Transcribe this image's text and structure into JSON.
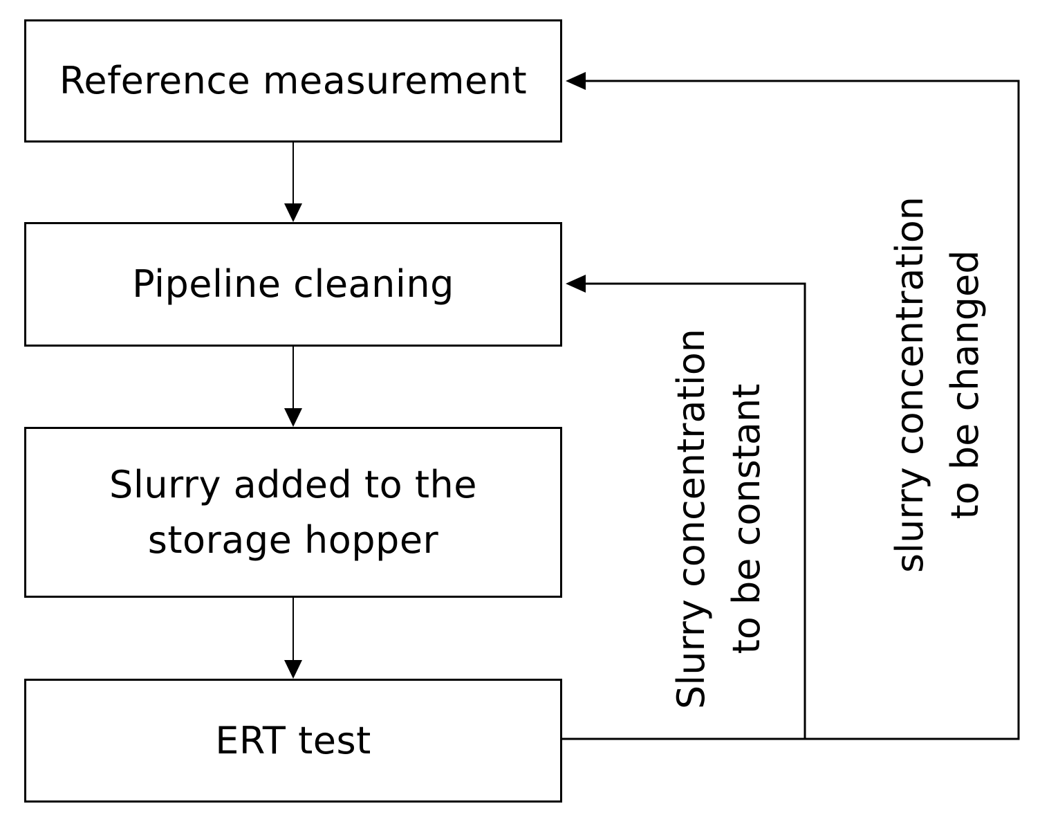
{
  "steps": {
    "reference": "Reference measurement",
    "cleaning": "Pipeline cleaning",
    "slurry_line1": "Slurry added to the",
    "slurry_line2": "storage hopper",
    "ert": "ERT test"
  },
  "loops": {
    "constant_line1": "Slurry concentration",
    "constant_line2": "to be constant",
    "changed_line1": "slurry concentration",
    "changed_line2": "to be changed"
  }
}
